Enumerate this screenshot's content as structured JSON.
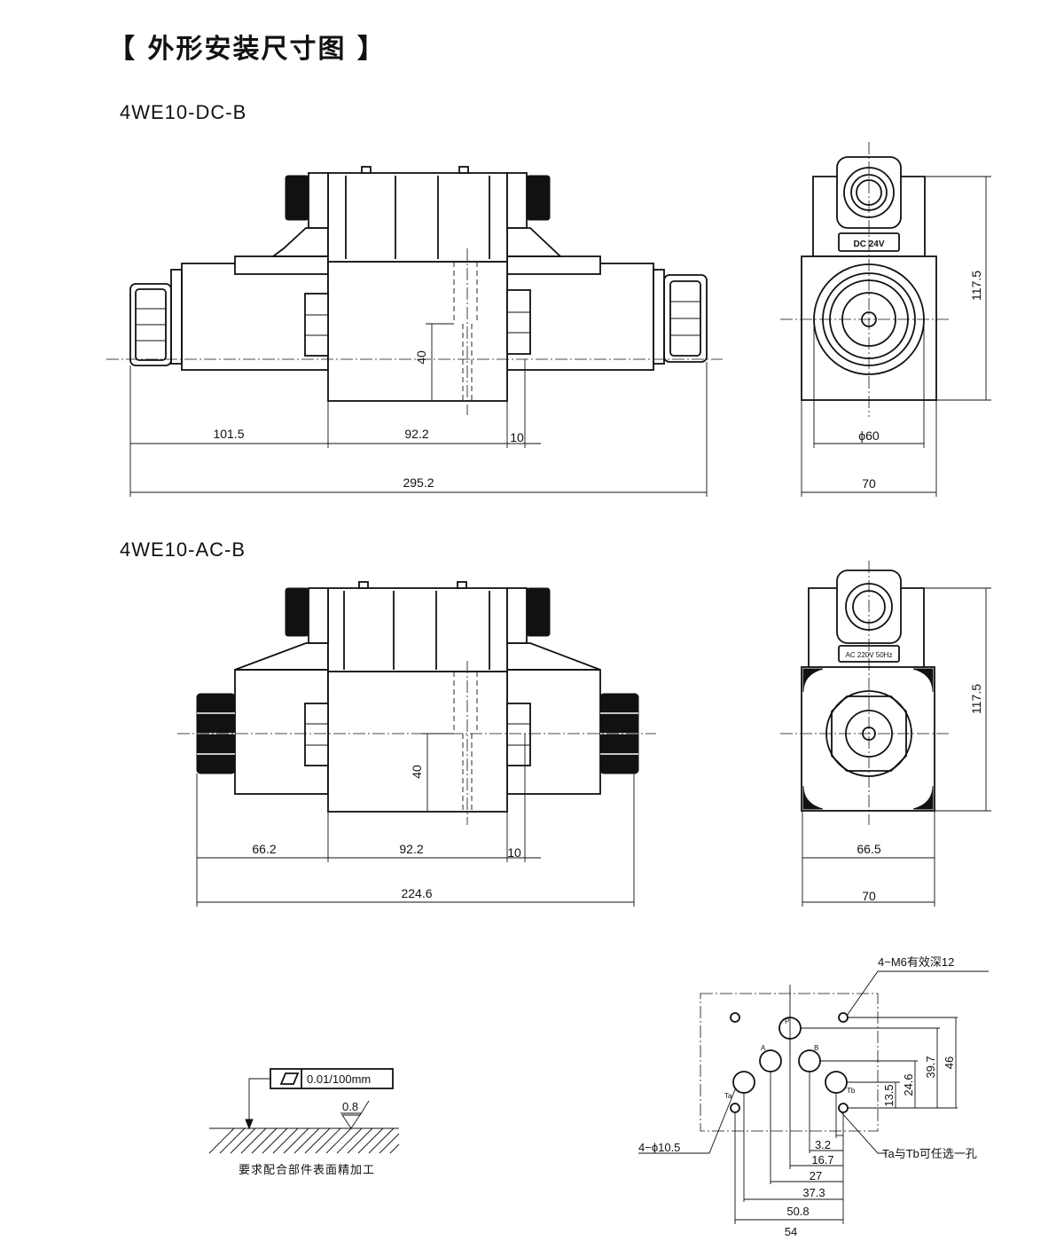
{
  "title": "【 外形安装尺寸图 】",
  "model_dc": {
    "name": "4WE10-DC-B",
    "dims": {
      "d1": "101.5",
      "d2": "92.2",
      "d3": "10",
      "total": "295.2",
      "height": "40",
      "side_dia": "ϕ60",
      "side_w": "70",
      "side_h": "117.5"
    },
    "label": "DC  24V"
  },
  "model_ac": {
    "name": "4WE10-AC-B",
    "dims": {
      "d1": "66.2",
      "d2": "92.2",
      "d3": "10",
      "total": "224.6",
      "height": "40",
      "side_a": "66.5",
      "side_w": "70",
      "side_h": "117.5"
    },
    "label": "AC 220V 50Hz"
  },
  "surface": {
    "tolerance": "0.01/100mm",
    "roughness": "0.8",
    "note": "要求配合部件表面精加工"
  },
  "mounting": {
    "thread_note": "4−M6有效深12",
    "hole_note": "4−ϕ10.5",
    "tab_note": "Ta与Tb可任选一孔",
    "ports": {
      "p": "P",
      "a": "A",
      "b": "B",
      "ta": "Ta",
      "tb": "Tb"
    },
    "vdims": [
      "13.5",
      "24.6",
      "39.7",
      "46"
    ],
    "hdims": [
      "3.2",
      "16.7",
      "27",
      "37.3",
      "50.8",
      "54"
    ]
  }
}
